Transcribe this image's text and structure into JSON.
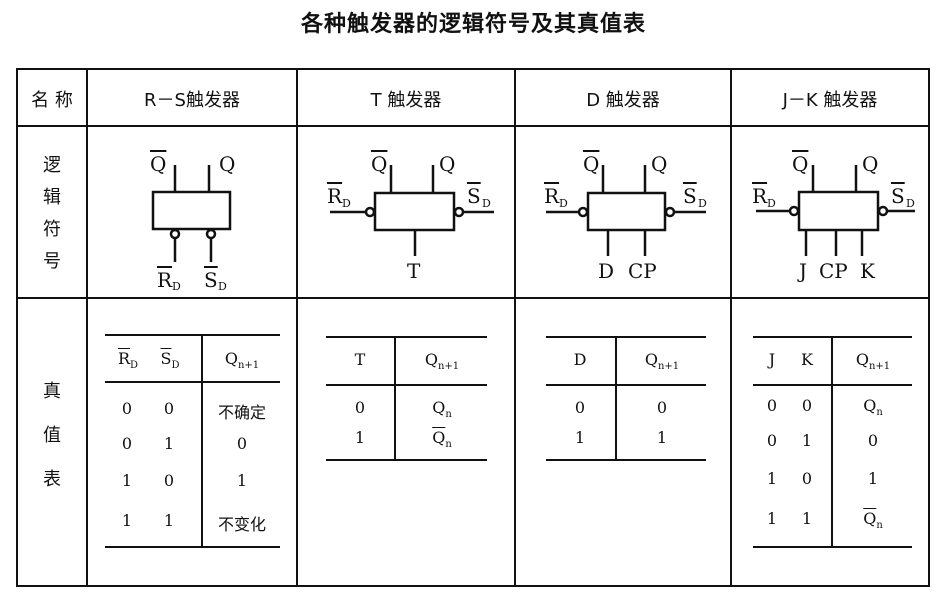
{
  "title": "各种触发器的逻辑符号及其真值表",
  "row_labels": {
    "name": "名 称",
    "logic_symbol": "逻\n辑\n符\n号",
    "truth_table": "真\n值\n表"
  },
  "columns": [
    {
      "name": "R－S触发器"
    },
    {
      "name": "T 触发器"
    },
    {
      "name": "D 触发器"
    },
    {
      "name": "J－K 触发器"
    }
  ],
  "symbols": {
    "Q": "Q",
    "Qbar": "Q",
    "R": "R",
    "S": "S",
    "sub_D": "D",
    "T": "T",
    "D": "D",
    "CP": "CP",
    "J": "J",
    "K": "K"
  },
  "tables": {
    "rs": {
      "headers": [
        "R",
        "S",
        "Q"
      ],
      "header_subs": [
        "D",
        "D",
        "n+1"
      ],
      "rows": [
        [
          "0",
          "0",
          "不确定"
        ],
        [
          "0",
          "1",
          "0"
        ],
        [
          "1",
          "0",
          "1"
        ],
        [
          "1",
          "1",
          "不变化"
        ]
      ]
    },
    "t": {
      "headers": [
        "T",
        "Q"
      ],
      "header_subs": [
        "",
        "n+1"
      ],
      "rows": [
        [
          "0",
          "Q"
        ],
        [
          "1",
          "Q"
        ]
      ],
      "row_subs": [
        "n",
        "n"
      ]
    },
    "d": {
      "headers": [
        "D",
        "Q"
      ],
      "header_subs": [
        "",
        "n+1"
      ],
      "rows": [
        [
          "0",
          "0"
        ],
        [
          "1",
          "1"
        ]
      ]
    },
    "jk": {
      "headers": [
        "J",
        "K",
        "Q"
      ],
      "header_subs": [
        "",
        "",
        "n+1"
      ],
      "rows": [
        [
          "0",
          "0",
          "Q"
        ],
        [
          "0",
          "1",
          "0"
        ],
        [
          "1",
          "0",
          "1"
        ],
        [
          "1",
          "1",
          "Q"
        ]
      ],
      "q_sub": "n"
    }
  }
}
